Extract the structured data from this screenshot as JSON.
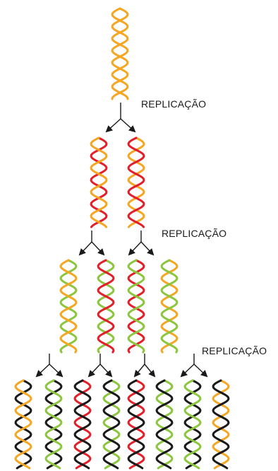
{
  "labels": {
    "step1": "REPLICAÇÃO",
    "step2": "REPLICAÇÃO",
    "step3": "REPLICAÇÃO"
  },
  "colors": {
    "parental_strand": "#f5a623",
    "gen1_strand": "#e3202a",
    "gen2_strand": "#8cc63f",
    "gen3_strand": "#1a1a1a",
    "arrow": "#1a1a1a"
  },
  "generations": [
    {
      "name": "parental",
      "helices": [
        [
          "parental_strand",
          "parental_strand"
        ]
      ]
    },
    {
      "name": "generation-1",
      "helices": [
        [
          "gen1_strand",
          "parental_strand"
        ],
        [
          "parental_strand",
          "gen1_strand"
        ]
      ]
    },
    {
      "name": "generation-2",
      "helices": [
        [
          "gen2_strand",
          "parental_strand"
        ],
        [
          "gen2_strand",
          "gen1_strand"
        ],
        [
          "gen1_strand",
          "gen2_strand"
        ],
        [
          "parental_strand",
          "gen2_strand"
        ]
      ]
    },
    {
      "name": "generation-3",
      "helices": [
        [
          "gen3_strand",
          "parental_strand"
        ],
        [
          "gen3_strand",
          "gen2_strand"
        ],
        [
          "gen1_strand",
          "gen3_strand"
        ],
        [
          "gen2_strand",
          "gen3_strand"
        ],
        [
          "gen1_strand",
          "gen3_strand"
        ],
        [
          "gen2_strand",
          "gen3_strand"
        ],
        [
          "gen3_strand",
          "gen2_strand"
        ],
        [
          "parental_strand",
          "gen3_strand"
        ]
      ]
    }
  ]
}
